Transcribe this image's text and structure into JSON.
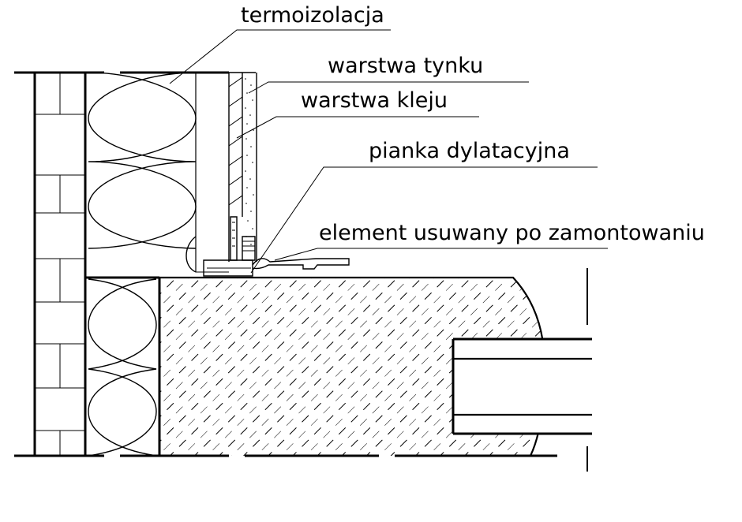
{
  "labels": {
    "termoizolacja": "termoizolacja",
    "warstwa_tynku": "warstwa tynku",
    "warstwa_kleju": "warstwa kleju",
    "pianka": "pianka dylatacyjna",
    "element": "element usuwany po zamontowaniu"
  }
}
